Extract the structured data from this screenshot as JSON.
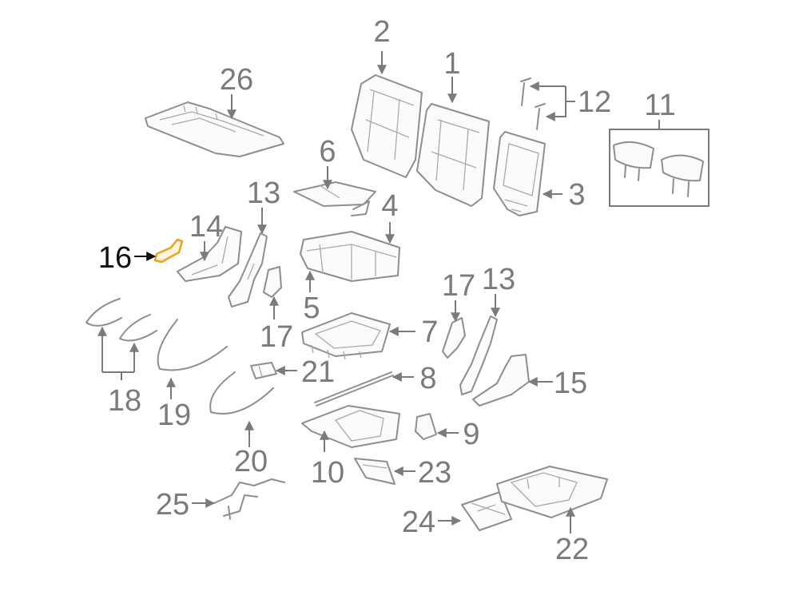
{
  "diagram": {
    "highlighted_part": "16",
    "colors": {
      "line": "#7b7b7b",
      "part": "#8e8e8e",
      "highlight": "#f0a020",
      "label_highlight": "#111111"
    },
    "callouts": [
      {
        "id": "c1",
        "label": "1"
      },
      {
        "id": "c2",
        "label": "2"
      },
      {
        "id": "c3",
        "label": "3"
      },
      {
        "id": "c4",
        "label": "4"
      },
      {
        "id": "c5",
        "label": "5"
      },
      {
        "id": "c6",
        "label": "6"
      },
      {
        "id": "c7",
        "label": "7"
      },
      {
        "id": "c8",
        "label": "8"
      },
      {
        "id": "c9",
        "label": "9"
      },
      {
        "id": "c10",
        "label": "10"
      },
      {
        "id": "c11",
        "label": "11"
      },
      {
        "id": "c12",
        "label": "12"
      },
      {
        "id": "c13a",
        "label": "13"
      },
      {
        "id": "c13b",
        "label": "13"
      },
      {
        "id": "c14",
        "label": "14"
      },
      {
        "id": "c15",
        "label": "15"
      },
      {
        "id": "c16",
        "label": "16"
      },
      {
        "id": "c17a",
        "label": "17"
      },
      {
        "id": "c17b",
        "label": "17"
      },
      {
        "id": "c18",
        "label": "18"
      },
      {
        "id": "c19",
        "label": "19"
      },
      {
        "id": "c20",
        "label": "20"
      },
      {
        "id": "c21",
        "label": "21"
      },
      {
        "id": "c22",
        "label": "22"
      },
      {
        "id": "c23",
        "label": "23"
      },
      {
        "id": "c24",
        "label": "24"
      },
      {
        "id": "c25",
        "label": "25"
      },
      {
        "id": "c26",
        "label": "26"
      }
    ]
  }
}
